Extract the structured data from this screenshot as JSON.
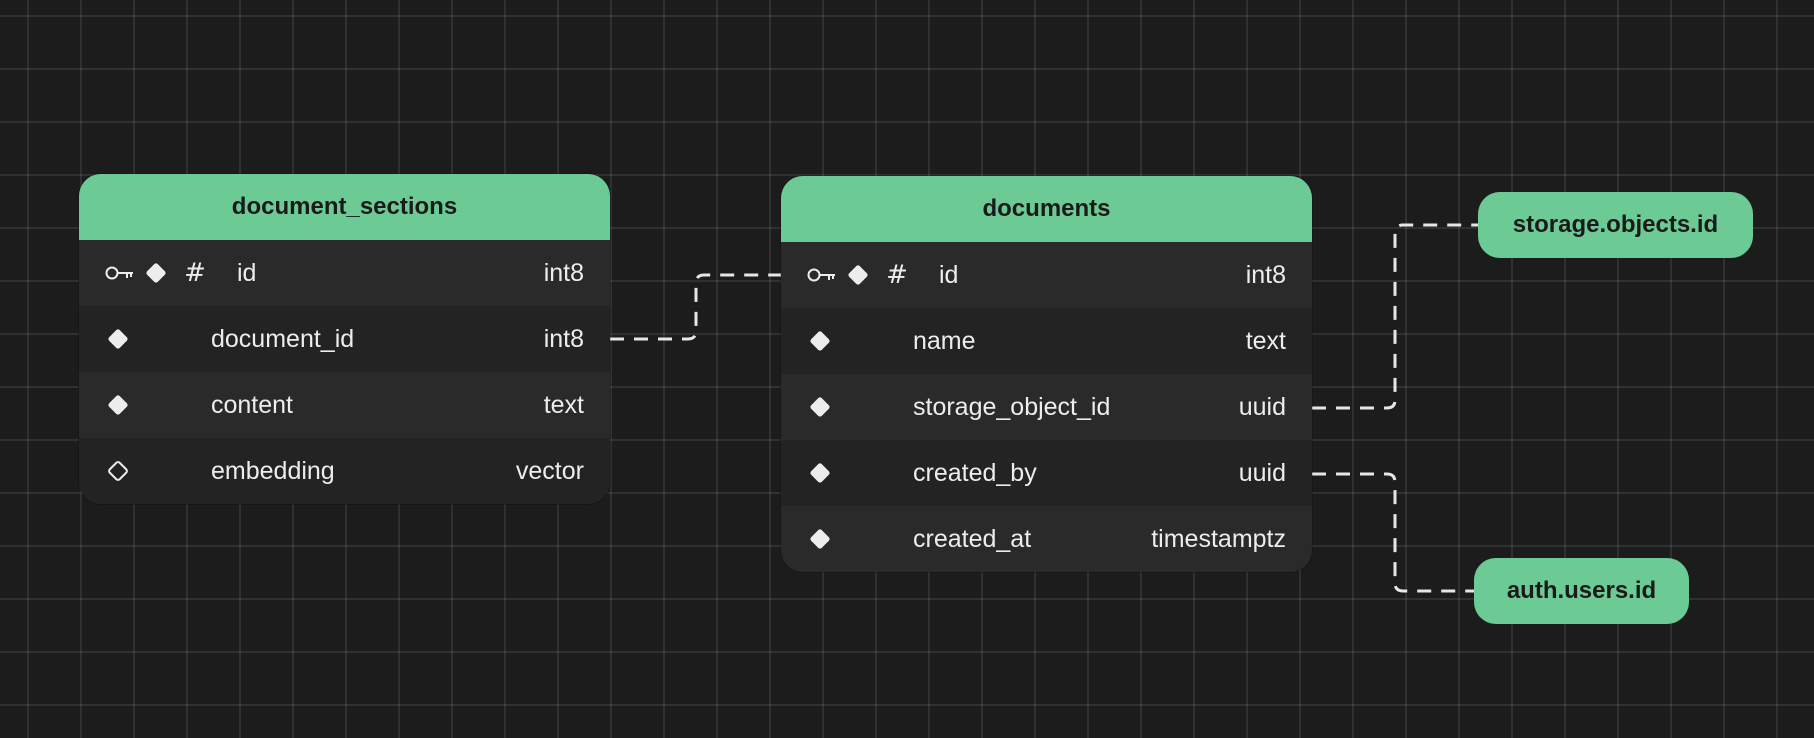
{
  "tables": [
    {
      "name": "document_sections",
      "columns": [
        {
          "name": "id",
          "type": "int8",
          "primary_key": true,
          "identity": true,
          "nullable": false
        },
        {
          "name": "document_id",
          "type": "int8",
          "primary_key": false,
          "identity": false,
          "nullable": false
        },
        {
          "name": "content",
          "type": "text",
          "primary_key": false,
          "identity": false,
          "nullable": false
        },
        {
          "name": "embedding",
          "type": "vector",
          "primary_key": false,
          "identity": false,
          "nullable": true
        }
      ]
    },
    {
      "name": "documents",
      "columns": [
        {
          "name": "id",
          "type": "int8",
          "primary_key": true,
          "identity": true,
          "nullable": false
        },
        {
          "name": "name",
          "type": "text",
          "primary_key": false,
          "identity": false,
          "nullable": false
        },
        {
          "name": "storage_object_id",
          "type": "uuid",
          "primary_key": false,
          "identity": false,
          "nullable": false
        },
        {
          "name": "created_by",
          "type": "uuid",
          "primary_key": false,
          "identity": false,
          "nullable": false
        },
        {
          "name": "created_at",
          "type": "timestamptz",
          "primary_key": false,
          "identity": false,
          "nullable": false
        }
      ]
    }
  ],
  "external_refs": [
    {
      "label": "storage.objects.id"
    },
    {
      "label": "auth.users.id"
    }
  ],
  "relations": [
    {
      "from": "document_sections.document_id",
      "to": "documents.id"
    },
    {
      "from": "documents.storage_object_id",
      "to": "storage.objects.id"
    },
    {
      "from": "documents.created_by",
      "to": "auth.users.id"
    }
  ],
  "colors": {
    "background": "#1c1c1c",
    "header": "#6ccb94",
    "row_alt": "#2a2a2a",
    "row": "#232323",
    "text": "#ededed",
    "connector": "#e6e6e6"
  },
  "icons": {
    "primary_key": "key-icon",
    "not_null": "filled-diamond-icon",
    "nullable": "hollow-diamond-icon",
    "identity": "hash-icon"
  }
}
